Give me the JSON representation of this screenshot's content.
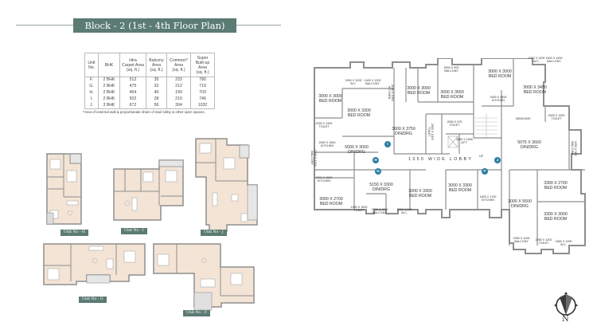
{
  "title": "Block - 2 (1st - 4th Floor Plan)",
  "area_table": {
    "headers": [
      "Unit No.",
      "BHK",
      "Hira Carpet Area (sq. ft.)",
      "Balcony Area (sq. ft.)",
      "Common* Area (sq. ft.)",
      "Super Built-up Area (sq. ft.)"
    ],
    "header_lines": [
      [
        "Unit",
        "No."
      ],
      [
        "BHK"
      ],
      [
        "Hira",
        "Carpet Area",
        "(sq. ft.)"
      ],
      [
        "Balcony",
        "Area",
        "(sq. ft.)"
      ],
      [
        "Common*",
        "Area",
        "(sq. ft.)"
      ],
      [
        "Super",
        "Built-up Area",
        "(sq. ft.)"
      ]
    ],
    "rows": [
      [
        "F.",
        "2 BHK",
        "512",
        "35",
        "233",
        "780"
      ],
      [
        "G.",
        "2 BHK",
        "475",
        "32",
        "212",
        "719"
      ],
      [
        "H.",
        "2 BHK",
        "464",
        "40",
        "199",
        "703"
      ],
      [
        "I.",
        "2 BHK",
        "502",
        "28",
        "216",
        "746"
      ],
      [
        "J.",
        "3 BHK",
        "672",
        "56",
        "304",
        "1032"
      ]
    ],
    "footnote": "*Area of external wall & proportionate share of stair lobby & other open spaces."
  },
  "unit_plans": [
    {
      "id": "H",
      "label": "Unit No - H"
    },
    {
      "id": "I",
      "label": "Unit No - I"
    },
    {
      "id": "J",
      "label": "Unit No - J"
    },
    {
      "id": "G",
      "label": "Unit No - G"
    },
    {
      "id": "F",
      "label": "Unit No - F"
    }
  ],
  "floor_plan": {
    "lobby_label": "1350 WIDE LOBBY",
    "up_labels": [
      "UP",
      "UP"
    ],
    "unit_badges": [
      "H",
      "I",
      "G",
      "J",
      "F"
    ],
    "rooms": [
      {
        "name": "BED ROOM",
        "dims": "3000 X 3000"
      },
      {
        "name": "W.C.",
        "dims": "1500 X 1200"
      },
      {
        "name": "BALCONY",
        "dims": "1400 X 1200"
      },
      {
        "name": "KITCHEN",
        "dims": "2100 X 1350"
      },
      {
        "name": "BED ROOM",
        "dims": "3000 X 3300"
      },
      {
        "name": "TOILET",
        "dims": "2000 X 1300"
      },
      {
        "name": "KITCHEN",
        "dims": "2000 X 1500"
      },
      {
        "name": "DIN/DRG",
        "dims": "5000 X 3000"
      },
      {
        "name": "BALCONY",
        "dims": "1900 X 1200"
      },
      {
        "name": "DIN/DRG",
        "dims": "3600 X 3750"
      },
      {
        "name": "TOILET",
        "dims": "2600 X 1300"
      },
      {
        "name": "BED ROOM",
        "dims": "3000 X 3000"
      },
      {
        "name": "BALCONY",
        "dims": "2500 X 900"
      },
      {
        "name": "BED ROOM",
        "dims": "3000 X 3650"
      },
      {
        "name": "TOILET",
        "dims": "2050 X 975"
      },
      {
        "name": "LIFT",
        "dims": "1500 X 1500"
      },
      {
        "name": "BED ROOM",
        "dims": "3000 X 3000"
      },
      {
        "name": "KITCHEN",
        "dims": "2000 X 1500"
      },
      {
        "name": "W.C.",
        "dims": "1500 X 1200"
      },
      {
        "name": "BALCONY",
        "dims": "1600 X 1400"
      },
      {
        "name": "BED ROOM",
        "dims": "3000 X 3450"
      },
      {
        "name": "",
        "dims": "2800X1300"
      },
      {
        "name": "TOILET",
        "dims": "3025 X 1200"
      },
      {
        "name": "DIN/DRG",
        "dims": "5075 X 3600"
      },
      {
        "name": "BALCONY",
        "dims": "3250 X 900"
      },
      {
        "name": "KITCHEN",
        "dims": "2000 X 1500"
      },
      {
        "name": "BED ROOM",
        "dims": "3000 X 2700"
      },
      {
        "name": "DIN/DRG",
        "dims": "5150 X 3300"
      },
      {
        "name": "TOILET",
        "dims": "1900 X 1500"
      },
      {
        "name": "BALCONY",
        "dims": "2700 X 1200"
      },
      {
        "name": "BED ROOM",
        "dims": "3000 X 3300"
      },
      {
        "name": "W.C.",
        "dims": "2050 X 900"
      },
      {
        "name": "BED ROOM",
        "dims": "3000 X 3300"
      },
      {
        "name": "KITCHEN",
        "dims": "1825 X 1700"
      },
      {
        "name": "DIN/DRG",
        "dims": "3000 X 5500"
      },
      {
        "name": "BED ROOM",
        "dims": "3300 X 2700"
      },
      {
        "name": "BED ROOM",
        "dims": "3300 X 3000"
      },
      {
        "name": "BALCONY",
        "dims": "2350 X 1400"
      },
      {
        "name": "TOILET",
        "dims": "2250 X 1200"
      },
      {
        "name": "W.C.",
        "dims": "1800 X 1200"
      }
    ]
  },
  "compass": {
    "north_label": "N"
  },
  "colors": {
    "accent": "#5b7b73",
    "wall": "#8e8e8e",
    "floor": "#f3e4d6",
    "badge": "#2b7ea1"
  }
}
